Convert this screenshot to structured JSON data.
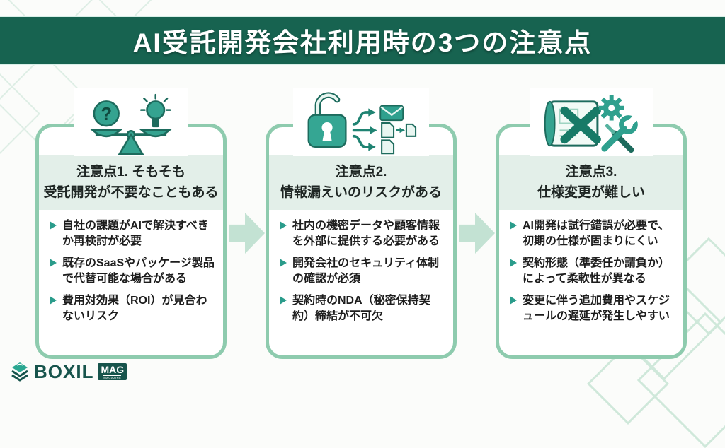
{
  "header": {
    "title": "AI受託開発会社利用時の3つの注意点"
  },
  "cards": [
    {
      "icon": "balance-scale-question-bulb",
      "title_line1": "注意点1. そもそも",
      "title_line2": "受託開発が不要なこともある",
      "bullets": [
        "自社の課題がAIで解決すべきか再検討が必要",
        "既存のSaaSやパッケージ製品で代替可能な場合がある",
        "費用対効果（ROI）が見合わないリスク"
      ]
    },
    {
      "icon": "unlocked-padlock-data-leak",
      "title_line1": "注意点2.",
      "title_line2": "情報漏えいのリスクがある",
      "bullets": [
        "社内の機密データや顧客情報を外部に提供する必要がある",
        "開発会社のセキュリティ体制の確認が必須",
        "契約時のNDA（秘密保持契約）締結が不可欠"
      ]
    },
    {
      "icon": "blueprint-change-gear-wrench",
      "title_line1": "注意点3.",
      "title_line2": "仕様変更が難しい",
      "bullets": [
        "AI開発は試行錯誤が必要で、初期の仕様が固まりにくい",
        "契約形態（準委任か請負か）によって柔軟性が異なる",
        "変更に伴う追加費用やスケジュールの遅延が発生しやすい"
      ]
    }
  ],
  "footer": {
    "logo_text": "BOXIL",
    "logo_badge": "MAG",
    "logo_badge_sub": "MAGAZINE"
  },
  "colors": {
    "banner_bg": "#176350",
    "card_border": "#8ecbae",
    "title_bar_bg": "#e3efe9",
    "bullet_marker": "#2a9c8b",
    "arrow": "#c3e2d3",
    "icon_teal": "#35a390",
    "icon_dark_teal": "#1d6b5d",
    "logo_dark": "#17544c",
    "pattern_line": "#deeee5"
  }
}
